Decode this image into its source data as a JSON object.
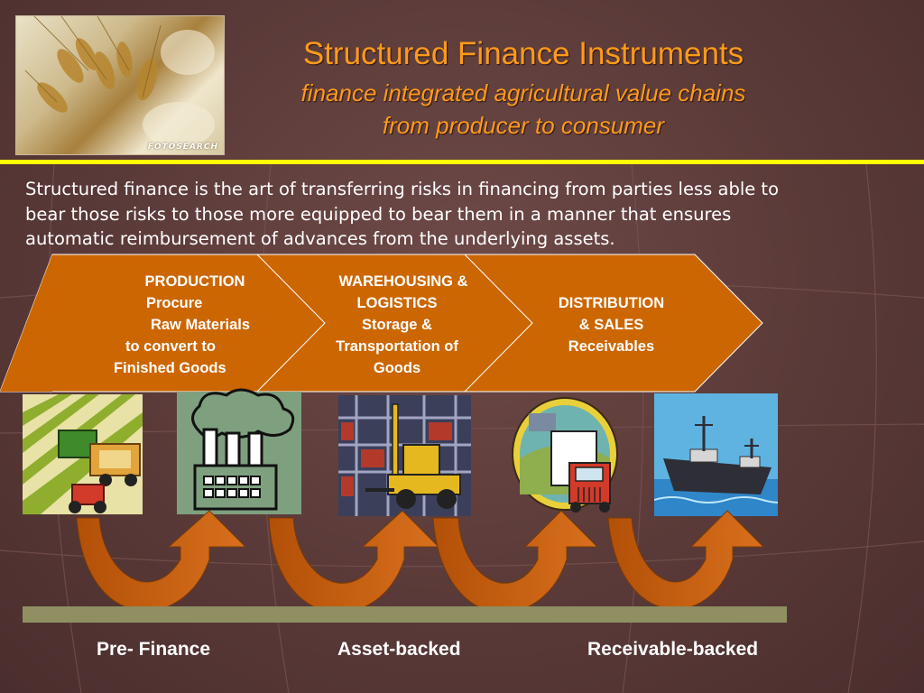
{
  "header": {
    "photo_icon": "wheat-photo",
    "photo_credit": "FOTOSEARCH",
    "title": "Structured Finance Instruments",
    "subtitle_line1": "finance integrated agricultural value chains",
    "subtitle_line2": "from producer to consumer"
  },
  "intro": {
    "line1": "Structured finance is the art of transferring risks in financing from parties less able to",
    "line2": "bear those risks to those more equipped to bear them in a manner that ensures",
    "line3": "automatic reimbursement of advances from the underlying assets."
  },
  "stages": [
    {
      "lines": [
        "PRODUCTION",
        "Procure",
        "Raw Materials",
        "to convert to",
        "Finished Goods"
      ]
    },
    {
      "lines": [
        "WAREHOUSING &",
        "LOGISTICS",
        "Storage &",
        "Transportation of",
        "Goods"
      ]
    },
    {
      "lines": [
        "DISTRIBUTION",
        "& SALES",
        "Receivables"
      ]
    }
  ],
  "illustrations": [
    {
      "icon": "harvester-field-icon"
    },
    {
      "icon": "factory-icon"
    },
    {
      "icon": "forklift-warehouse-icon"
    },
    {
      "icon": "truck-icon"
    },
    {
      "icon": "cargo-ship-icon"
    }
  ],
  "finance_types": {
    "pre_finance": "Pre- Finance",
    "asset_backed": "Asset-backed",
    "receivable_backed": "Receivable-backed"
  },
  "colors": {
    "chevron_fill": "#cc6600",
    "title_orange": "#ff9a1a",
    "rule_yellow": "#ffff00",
    "base_bar": "#8f8f62",
    "arrow_orange": "#c45c0a"
  }
}
